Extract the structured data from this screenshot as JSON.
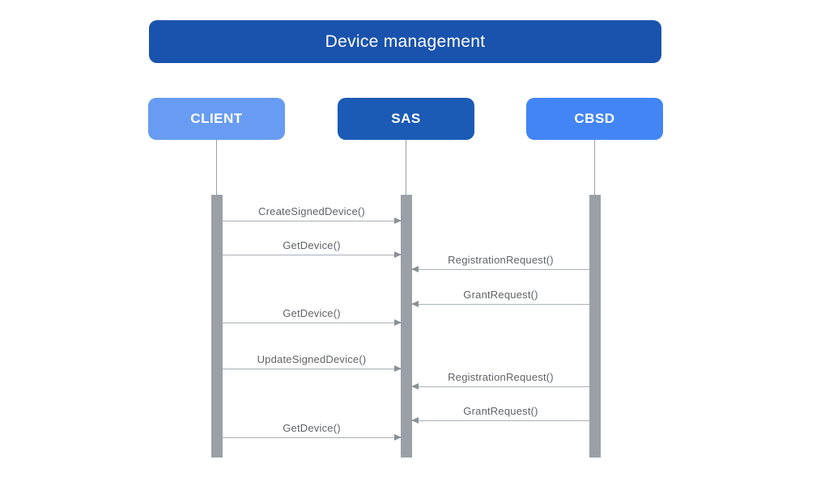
{
  "title": "Device management",
  "actors": [
    {
      "id": "client",
      "label": "CLIENT"
    },
    {
      "id": "sas",
      "label": "SAS"
    },
    {
      "id": "cbsd",
      "label": "CBSD"
    }
  ],
  "colors": {
    "title_bg": "#1a53ad",
    "client_bg": "#689cf2",
    "sas_bg": "#1c5bb5",
    "cbsd_bg": "#4285f4",
    "lifeline_gray": "#9aa0a6",
    "activation_gray": "#9aa0a6",
    "arrow_line": "#aab0b6",
    "arrow_head": "#8a9096",
    "message_text": "#5f6368",
    "title_text": "#ffffff",
    "actor_text": "#ffffff"
  },
  "messages": [
    {
      "label": "CreateSignedDevice()",
      "from": "CLIENT",
      "to": "SAS",
      "direction": "right"
    },
    {
      "label": "GetDevice()",
      "from": "CLIENT",
      "to": "SAS",
      "direction": "right"
    },
    {
      "label": "RegistrationRequest()",
      "from": "CBSD",
      "to": "SAS",
      "direction": "left"
    },
    {
      "label": "GrantRequest()",
      "from": "CBSD",
      "to": "SAS",
      "direction": "left"
    },
    {
      "label": "GetDevice()",
      "from": "CLIENT",
      "to": "SAS",
      "direction": "right"
    },
    {
      "label": "UpdateSignedDevice()",
      "from": "CLIENT",
      "to": "SAS",
      "direction": "right"
    },
    {
      "label": "RegistrationRequest()",
      "from": "CBSD",
      "to": "SAS",
      "direction": "left"
    },
    {
      "label": "GrantRequest()",
      "from": "CBSD",
      "to": "SAS",
      "direction": "left"
    },
    {
      "label": "GetDevice()",
      "from": "CLIENT",
      "to": "SAS",
      "direction": "right"
    }
  ]
}
